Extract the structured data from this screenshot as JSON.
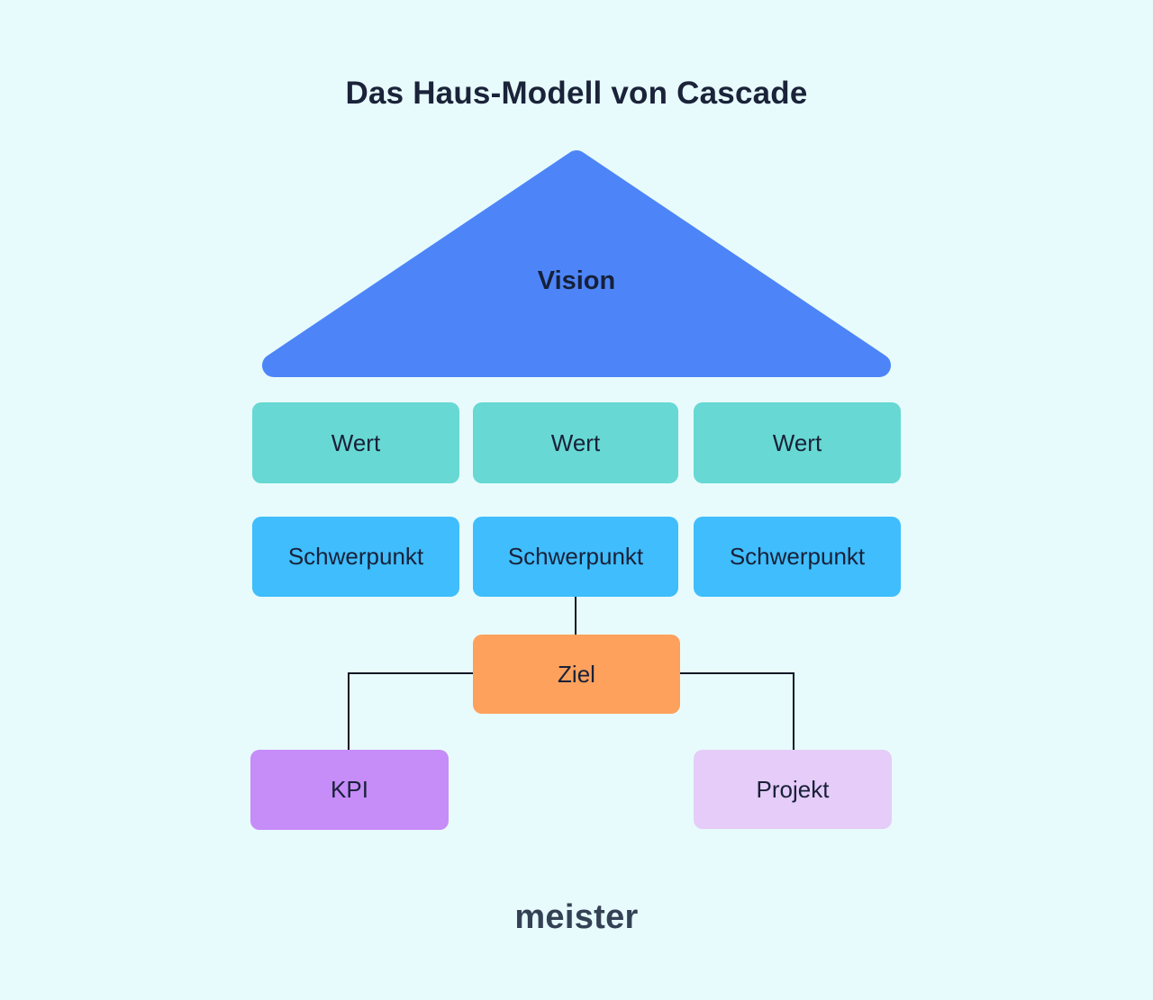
{
  "page": {
    "background": "#e8fbfc",
    "title": "Das Haus-Modell von Cascade",
    "footer_logo": "meister"
  },
  "diagram": {
    "roof": {
      "label": "Vision",
      "color": "#4d85f8"
    },
    "wert": {
      "color": "#67d8d3",
      "labels": [
        "Wert",
        "Wert",
        "Wert"
      ]
    },
    "schwerpunkt": {
      "color": "#3fbdfd",
      "labels": [
        "Schwerpunkt",
        "Schwerpunkt",
        "Schwerpunkt"
      ]
    },
    "ziel": {
      "label": "Ziel",
      "color": "#fda15d"
    },
    "kpi": {
      "label": "KPI",
      "color": "#c68cf8"
    },
    "projekt": {
      "label": "Projekt",
      "color": "#e5ccf9"
    },
    "connector_color": "#0d1524"
  }
}
